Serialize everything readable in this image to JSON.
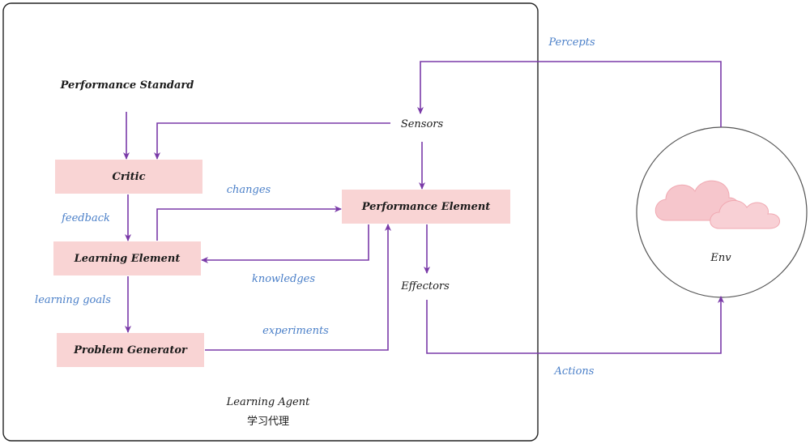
{
  "labels": {
    "performance_standard": "Performance Standard",
    "critic": "Critic",
    "learning_element": "Learning Element",
    "problem_generator": "Problem Generator",
    "performance_element": "Performance Element",
    "sensors": "Sensors",
    "effectors": "Effectors",
    "env": "Env",
    "agent_title_en": "Learning Agent",
    "agent_title_zh": "学习代理"
  },
  "edge_labels": {
    "feedback": "feedback",
    "learning_goals": "learning goals",
    "changes": "changes",
    "knowledges": "knowledges",
    "experiments": "experiments",
    "percepts": "Percepts",
    "actions": "Actions"
  },
  "colors": {
    "box_fill": "#f9d4d4",
    "edge": "#7a3aa8",
    "edge_label": "#4a7fc8",
    "cloud": "#f6c6cc"
  },
  "icons": {
    "env": "cloud-icon"
  }
}
